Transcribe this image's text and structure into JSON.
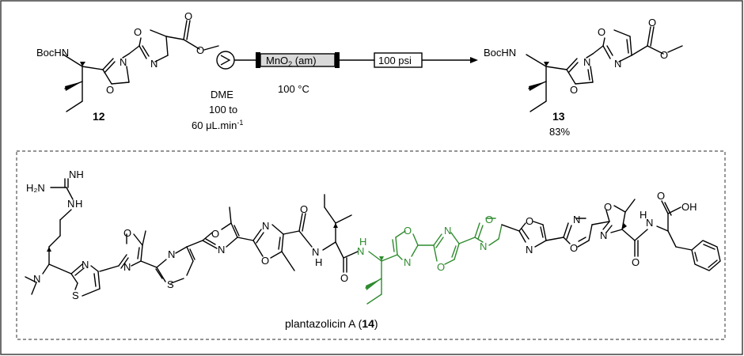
{
  "scheme": {
    "colors": {
      "frame": "#333333",
      "highlight": "#2e8b2e",
      "reactor_fill": "#d9d9d9"
    },
    "reactant": {
      "number": "12",
      "group_boc": "BocHN",
      "ring_o1": "O",
      "ring_n1": "N",
      "ring_o2": "O",
      "ring_n2": "N"
    },
    "product": {
      "number": "13",
      "yield": "83%",
      "group_boc": "BocHN",
      "ring_o1": "O",
      "ring_n1": "N",
      "ring_o2": "O",
      "ring_n2": "N"
    },
    "flow": {
      "solvent": "DME",
      "rate_line1": "100 to",
      "rate_line2": "60 μL.min",
      "rate_sup": "-1",
      "reactor_main": "MnO",
      "reactor_sub": "2",
      "reactor_tail": " (am)",
      "temperature": "100 °C",
      "pressure": "100 psi",
      "pump_icon": "pump-icon",
      "bpr_icon": "back-pressure-regulator-icon"
    },
    "natural_product": {
      "name": "plantazolicin A (",
      "number": "14",
      "close": ")",
      "guanidine_nh": "NH",
      "guanidine_h2n": "H₂N",
      "guanidine_n": "N",
      "guanidine_h": "H",
      "amine": "N",
      "acid": "OH",
      "atom_s": "S",
      "atom_n": "N",
      "atom_o": "O",
      "amide_h": "H"
    }
  }
}
